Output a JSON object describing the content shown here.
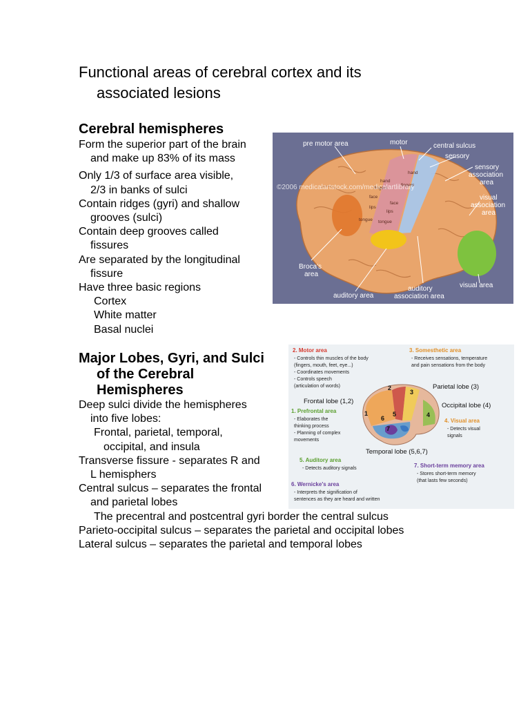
{
  "title": {
    "line1": "Functional areas of cerebral cortex and its",
    "line2": "associated lesions"
  },
  "section1": {
    "heading": "Cerebral hemispheres",
    "lines": [
      "Form the superior part of the brain",
      "and make up 83% of its mass",
      "Only 1/3 of surface area visible,",
      "2/3 in banks of sulci",
      "Contain ridges (gyri) and shallow",
      "grooves (sulci)",
      "Contain deep grooves called",
      "fissures",
      "Are separated by the longitudinal",
      "fissure",
      "Have three basic regions",
      "Cortex",
      "White matter",
      "Basal nuclei"
    ]
  },
  "section2": {
    "heading_lines": [
      "Major Lobes, Gyri, and Sulci",
      "of the Cerebral",
      "Hemispheres"
    ],
    "lines": [
      "Deep sulci divide the hemispheres",
      "into five lobes:",
      "Frontal, parietal, temporal,",
      "occipital, and insula",
      "Transverse fissure - separates R and",
      "L hemisphers",
      "Central sulcus – separates the frontal",
      "and parietal lobes",
      "The precentral and postcentral gyri border the central sulcus",
      "Parieto-occipital sulcus – separates the parietal and occipital lobes",
      "Lateral sulcus – separates the parietal and temporal lobes"
    ]
  },
  "figure1": {
    "labels": {
      "premotor": "pre motor area",
      "motor": "motor",
      "central_sulcus": "central sulcus",
      "sensory": "sensory",
      "sensory_assoc_1": "sensory",
      "sensory_assoc_2": "association",
      "sensory_assoc_3": "area",
      "visual_assoc_1": "visual",
      "visual_assoc_2": "association",
      "visual_assoc_3": "area",
      "brocas_1": "Broca's",
      "brocas_2": "area",
      "auditory": "auditory area",
      "auditory_assoc_1": "auditory",
      "auditory_assoc_2": "association area",
      "visual_area": "visual area",
      "watermark": "©2006 medicalartstock.com/medicalartlibrary",
      "face1": "face",
      "face2": "face",
      "lips1": "lips",
      "lips2": "lips",
      "tongue1": "tongue",
      "tongue2": "tongue",
      "fingers1": "fingers",
      "fingers2": "fingers",
      "hand1": "hand",
      "hand2": "hand"
    }
  },
  "figure2": {
    "motor": {
      "title": "2. Motor area",
      "lines": [
        "- Controls thin muscles of the body",
        "  (fingers, mouth, feet, eye...)",
        "- Coordinates movements",
        "- Controls speech",
        "  (articulation of words)"
      ]
    },
    "somesthetic": {
      "title": "3. Somesthetic area",
      "lines": [
        "- Receives sensations, temperature",
        "  and pain sensations from the body"
      ]
    },
    "parietal": "Parietal lobe (3)",
    "frontal": "Frontal lobe (1,2)",
    "occipital": "Occipital lobe (4)",
    "prefrontal": {
      "title": "1. Prefrontal area",
      "lines": [
        "- Elaborates the",
        "  thinking process",
        "- Planning of complex",
        "  movements"
      ]
    },
    "visual": {
      "title": "4. Visual area",
      "lines": [
        "- Detects visual",
        "  signals"
      ]
    },
    "temporal": "Temporal lobe (5,6,7)",
    "auditory": {
      "title": "5. Auditory area",
      "lines": [
        "- Detects auditory signals"
      ]
    },
    "shortterm": {
      "title": "7. Short-term memory area",
      "lines": [
        "- Stores short-term memory",
        "  (that lasts few seconds)"
      ]
    },
    "wernicke": {
      "title": "6. Wernicke's area",
      "lines": [
        "- Interprets the signification of",
        "  sentences as they are heard and written"
      ]
    },
    "numbers": [
      "1",
      "2",
      "3",
      "4",
      "5",
      "6",
      "7"
    ]
  },
  "colors": {
    "fig1_bg": "#6b6f93",
    "brain": "#e9a56c",
    "motor_strip": "#d9929e",
    "sensory_strip": "#a9c6ea",
    "broca": "#e1782e",
    "auditory": "#f2c41a",
    "visual": "#7ec23f",
    "fig2_bg": "#edf1f4",
    "fig2_title_red": "#d5392e",
    "fig2_title_orange": "#e0902a",
    "fig2_title_green": "#5a9e2e",
    "fig2_title_purple": "#6a3f9c"
  }
}
